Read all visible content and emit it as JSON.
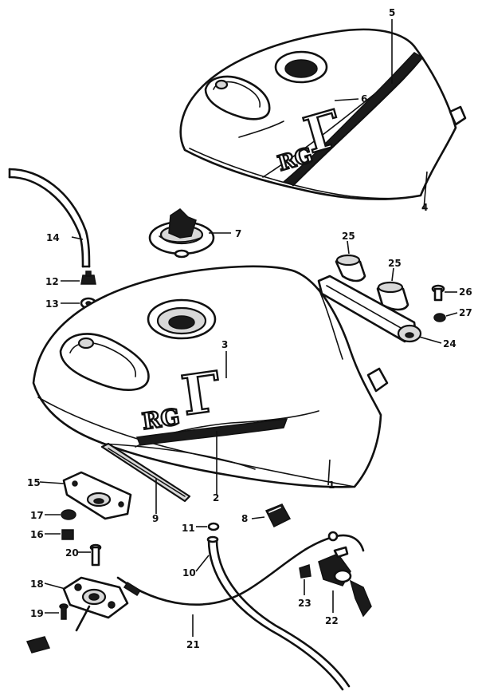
{
  "callouts": [
    {
      "id": "c1",
      "label": "1"
    },
    {
      "id": "c2",
      "label": "2"
    },
    {
      "id": "c3",
      "label": "3"
    },
    {
      "id": "c4",
      "label": "4"
    },
    {
      "id": "c5",
      "label": "5"
    },
    {
      "id": "c6",
      "label": "6"
    },
    {
      "id": "c7",
      "label": "7"
    },
    {
      "id": "c8",
      "label": "8"
    },
    {
      "id": "c9",
      "label": "9"
    },
    {
      "id": "c10",
      "label": "10"
    },
    {
      "id": "c11",
      "label": "11"
    },
    {
      "id": "c12",
      "label": "12"
    },
    {
      "id": "c13",
      "label": "13"
    },
    {
      "id": "c14",
      "label": "14"
    },
    {
      "id": "c15",
      "label": "15"
    },
    {
      "id": "c16",
      "label": "16"
    },
    {
      "id": "c17",
      "label": "17"
    },
    {
      "id": "c18",
      "label": "18"
    },
    {
      "id": "c19",
      "label": "19"
    },
    {
      "id": "c20",
      "label": "20"
    },
    {
      "id": "c21",
      "label": "21"
    },
    {
      "id": "c22",
      "label": "22"
    },
    {
      "id": "c23",
      "label": "23"
    },
    {
      "id": "c24",
      "label": "24"
    },
    {
      "id": "c25a",
      "label": "25"
    },
    {
      "id": "c25b",
      "label": "25"
    },
    {
      "id": "c26",
      "label": "26"
    },
    {
      "id": "c27",
      "label": "27"
    }
  ],
  "tank_logo": {
    "letters": "RG",
    "numeral": "Γ"
  }
}
